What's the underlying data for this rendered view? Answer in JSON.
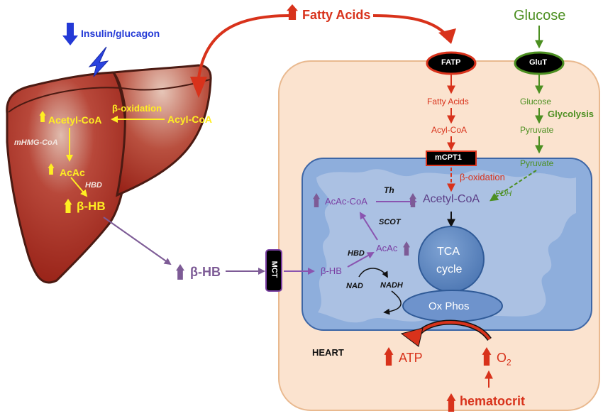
{
  "colors": {
    "liver": "#a8281a",
    "liver_edge": "#4b1a12",
    "cell_fill": "#fbe3cf",
    "mito_fill": "#8eaedc",
    "red_arrow": "#d8321b",
    "green_arrow": "#4c8f21",
    "purple_arrow": "#7d5b96",
    "yellow_text": "#ffee22",
    "blue_arrow": "#2339d6"
  },
  "top": {
    "fatty_acids": "Fatty Acids",
    "glucose": "Glucose"
  },
  "liver": {
    "insulin_glucagon": "Insulin/glucagon",
    "acetyl_coa": "Acetyl-CoA",
    "beta_oxidation": "β-oxidation",
    "acyl_coa": "Acyl-CoA",
    "mhmg_coa": "mHMG-CoA",
    "acac": "AcAc",
    "hbd": "HBD",
    "beta_hb": "β-HB"
  },
  "circulation": {
    "beta_hb": "β-HB",
    "mct": "MCT"
  },
  "heart": {
    "label": "HEART",
    "fatp": "FATP",
    "glut": "GluT",
    "fatty_acids": "Fatty Acids",
    "acyl_coa": "Acyl-CoA",
    "mcpt1": "mCPT1",
    "glucose": "Glucose",
    "glycolysis": "Glycolysis",
    "pyruvate": "Pyruvate",
    "pyruvate_mito": "Pyruvate",
    "beta_oxidation": "β-oxidation",
    "pdh": "PDH",
    "acetyl_coa": "Acetyl-CoA",
    "acac_coa": "AcAc-CoA",
    "th": "Th",
    "scot": "SCOT",
    "acac": "AcAc",
    "hbd": "HBD",
    "beta_hb": "β-HB",
    "nad": "NAD",
    "nadh": "NADH",
    "tca_line1": "TCA",
    "tca_line2": "cycle",
    "ox_phos": "Ox Phos",
    "atp": "ATP",
    "o2": "O",
    "o2_sub": "2",
    "hematocrit": "hematocrit"
  }
}
